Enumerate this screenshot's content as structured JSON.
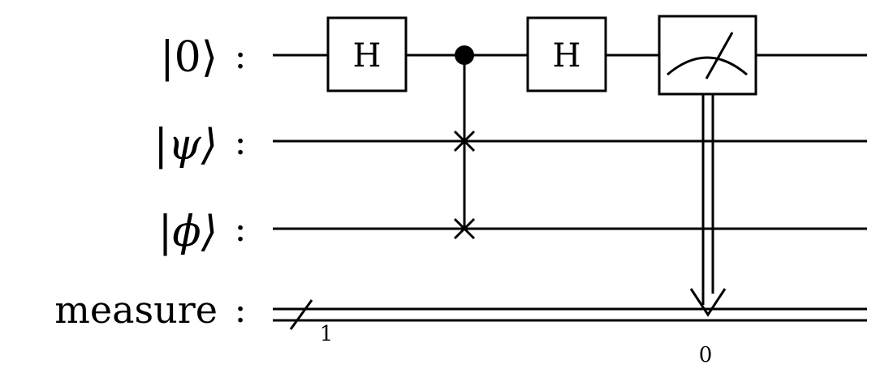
{
  "wires": [
    {
      "id": "q0",
      "label": "|0⟩",
      "colon": ":"
    },
    {
      "id": "psi",
      "label": "|ψ⟩",
      "colon": ":"
    },
    {
      "id": "phi",
      "label": "|ϕ⟩",
      "colon": ":"
    },
    {
      "id": "measure",
      "label": "measure",
      "colon": ":"
    }
  ],
  "gates": {
    "h1": "H",
    "h2": "H"
  },
  "register": {
    "width_label": "1",
    "measure_bit_label": "0"
  }
}
